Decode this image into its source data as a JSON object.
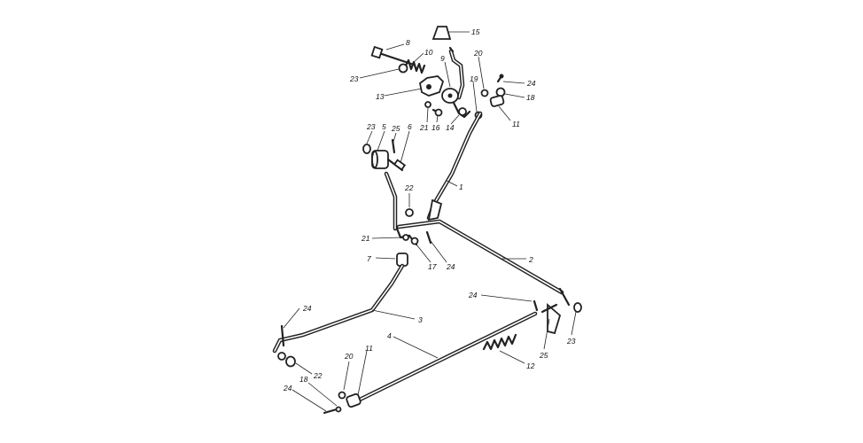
{
  "callouts": [
    {
      "id": "c15",
      "text": "15"
    },
    {
      "id": "c8",
      "text": "8"
    },
    {
      "id": "c10",
      "text": "10"
    },
    {
      "id": "c9",
      "text": "9"
    },
    {
      "id": "c20a",
      "text": "20"
    },
    {
      "id": "c24a",
      "text": "24"
    },
    {
      "id": "c23a",
      "text": "23"
    },
    {
      "id": "c13",
      "text": "13"
    },
    {
      "id": "c19",
      "text": "19"
    },
    {
      "id": "c18a",
      "text": "18"
    },
    {
      "id": "c11a",
      "text": "11"
    },
    {
      "id": "c21a",
      "text": "21"
    },
    {
      "id": "c16",
      "text": "16"
    },
    {
      "id": "c14",
      "text": "14"
    },
    {
      "id": "c23b",
      "text": "23"
    },
    {
      "id": "c5",
      "text": "5"
    },
    {
      "id": "c25a",
      "text": "25"
    },
    {
      "id": "c6",
      "text": "6"
    },
    {
      "id": "c1",
      "text": "1"
    },
    {
      "id": "c22a",
      "text": "22"
    },
    {
      "id": "c21b",
      "text": "21"
    },
    {
      "id": "c17",
      "text": "17"
    },
    {
      "id": "c24b",
      "text": "24"
    },
    {
      "id": "c2",
      "text": "2"
    },
    {
      "id": "c7",
      "text": "7"
    },
    {
      "id": "c24c",
      "text": "24"
    },
    {
      "id": "c24d",
      "text": "24"
    },
    {
      "id": "c3",
      "text": "3"
    },
    {
      "id": "c4",
      "text": "4"
    },
    {
      "id": "c23c",
      "text": "23"
    },
    {
      "id": "c25b",
      "text": "25"
    },
    {
      "id": "c12",
      "text": "12"
    },
    {
      "id": "c20b",
      "text": "20"
    },
    {
      "id": "c11b",
      "text": "11"
    },
    {
      "id": "c22b",
      "text": "22"
    },
    {
      "id": "c18b",
      "text": "18"
    },
    {
      "id": "c24e",
      "text": "24"
    }
  ]
}
